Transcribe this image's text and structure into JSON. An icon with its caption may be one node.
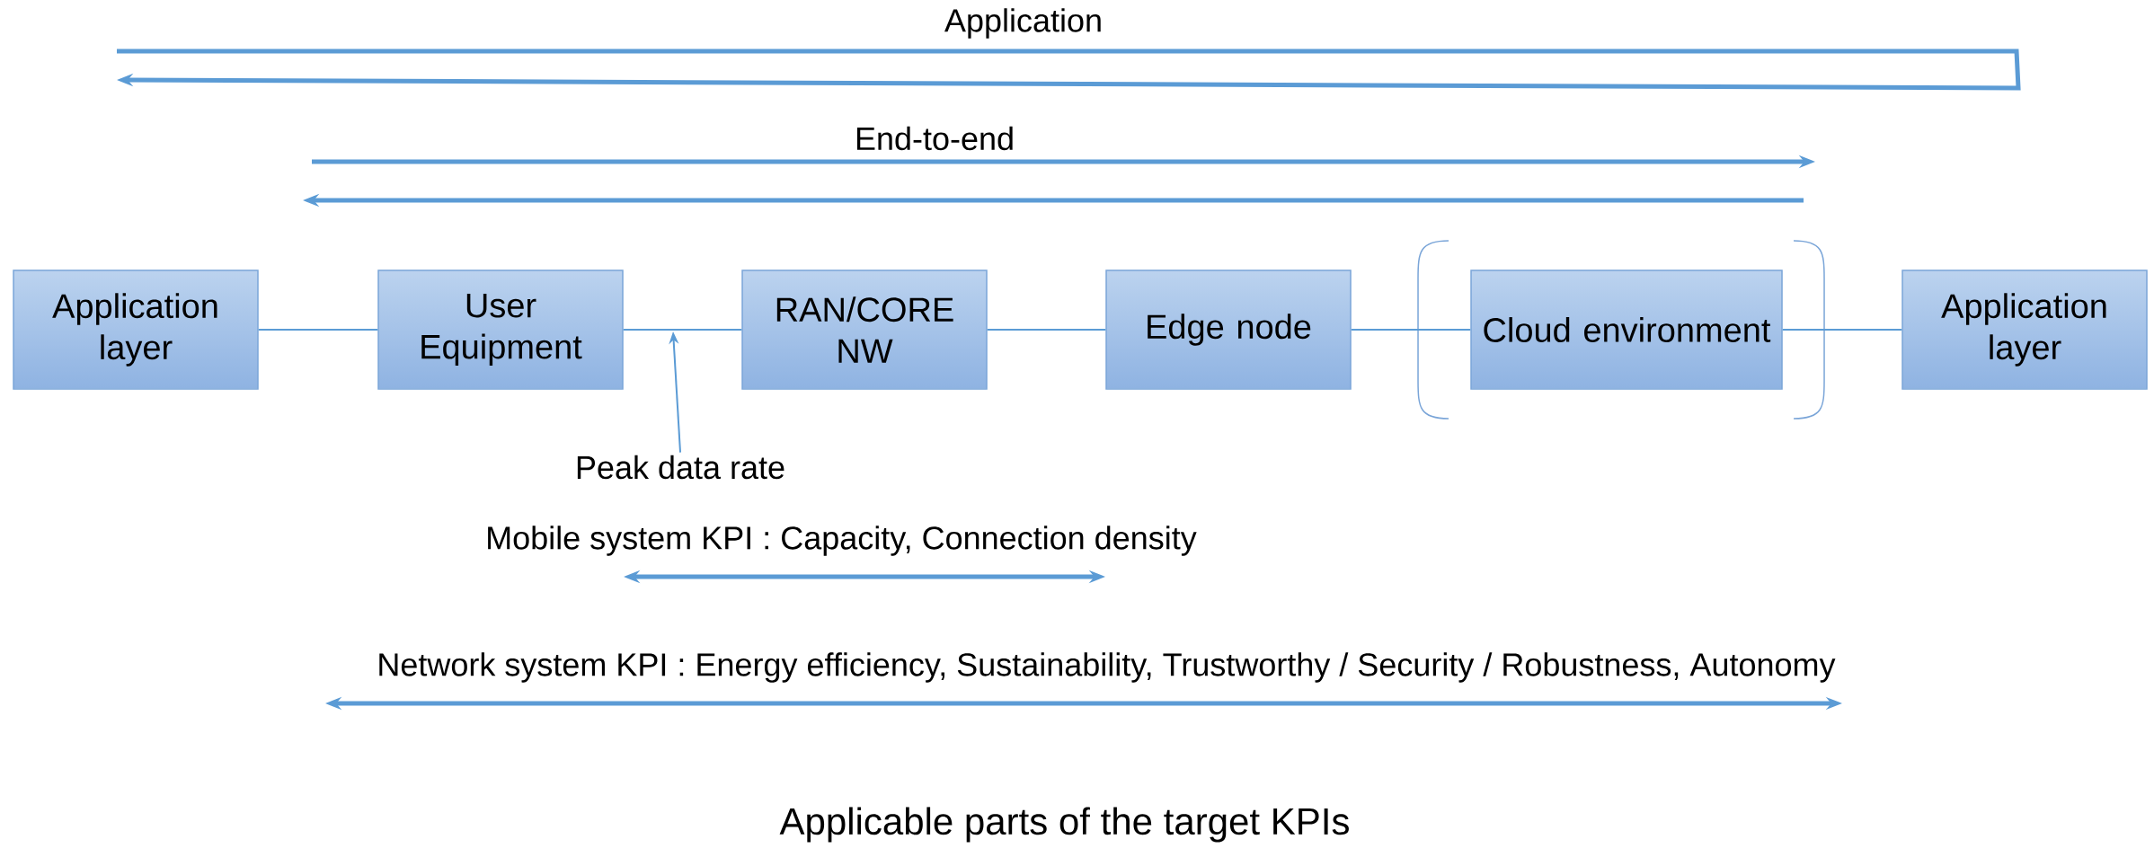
{
  "diagram": {
    "caption": "Applicable parts of the target KPIs",
    "nodes": [
      {
        "text": [
          "Application layer"
        ]
      },
      {
        "text": [
          "User Equipment"
        ]
      },
      {
        "text": [
          "RAN/CORE NW"
        ]
      },
      {
        "text": [
          "Edge node"
        ]
      },
      {
        "text": [
          "Cloud environment"
        ]
      },
      {
        "text": [
          "Application layer"
        ]
      },
      {
        "text": [
          "Peak data rate"
        ]
      }
    ],
    "edges": [
      {
        "from": 0,
        "to": 1,
        "arrow": "none"
      },
      {
        "from": 1,
        "to": 2,
        "arrow": "none"
      },
      {
        "from": 2,
        "to": 3,
        "arrow": "none"
      },
      {
        "from": 3,
        "to": 4,
        "arrow": "none"
      },
      {
        "from": 4,
        "to": 5,
        "arrow": "none"
      },
      {
        "from": 6,
        "to": null,
        "arrow": "to"
      }
    ],
    "labels": [
      "Application",
      "End-to-end",
      "Mobile system KPI : Capacity, Connection density",
      "Network system KPI : Energy efficiency, Sustainability, Trustworthy / Security / Robustness, Autonomy"
    ]
  }
}
